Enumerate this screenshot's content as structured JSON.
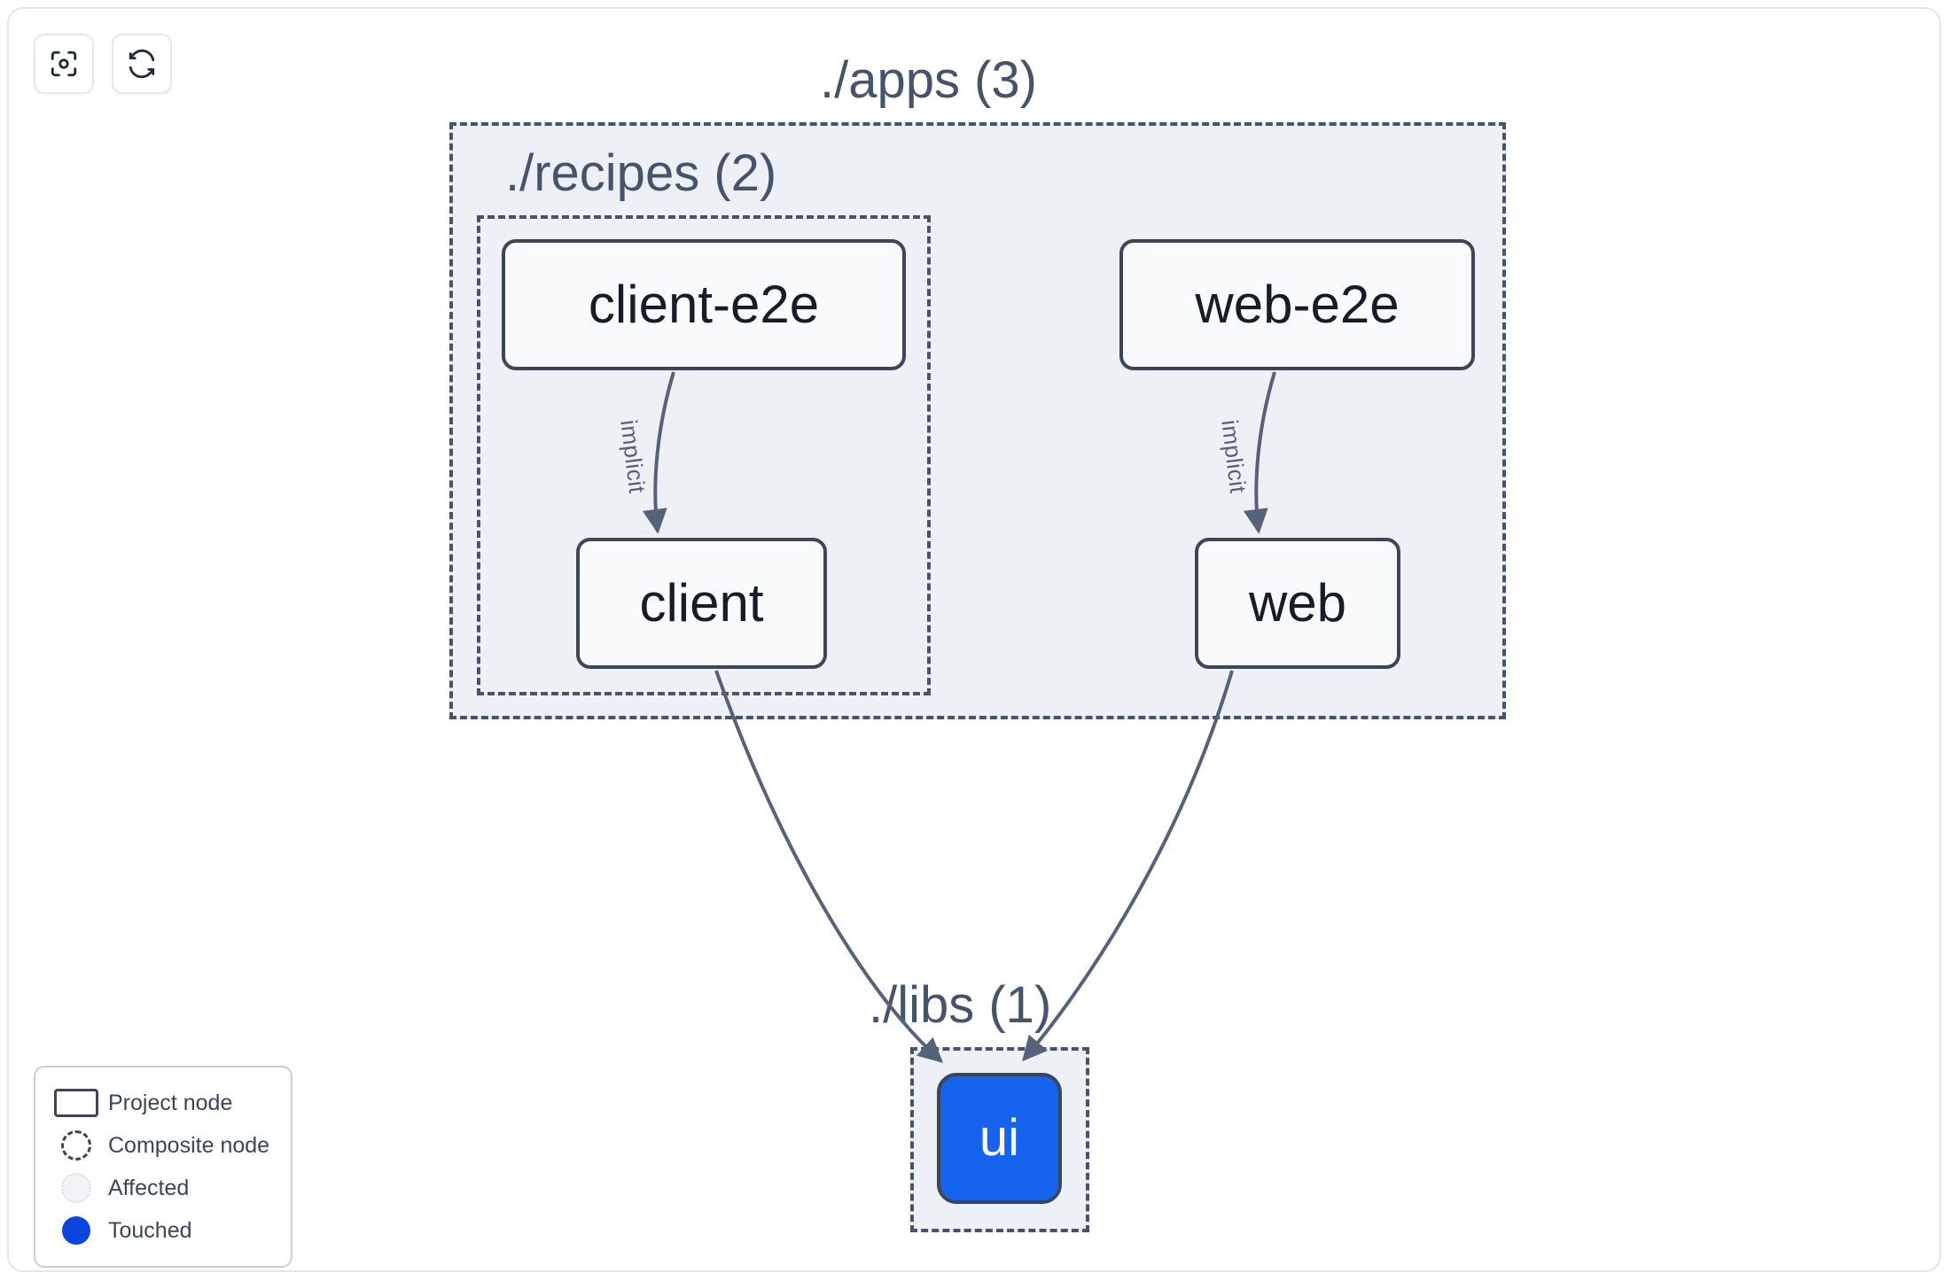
{
  "toolbar": {
    "buttons": [
      {
        "name": "focus-graph-button",
        "icon": "focus-target-icon",
        "title": "Focus graph"
      },
      {
        "name": "refresh-graph-button",
        "icon": "refresh-icon",
        "title": "Refresh graph"
      }
    ]
  },
  "graph": {
    "groups": [
      {
        "id": "apps",
        "label": "./apps (3)",
        "count": 3
      },
      {
        "id": "recipes",
        "label": "./recipes (2)",
        "count": 2
      },
      {
        "id": "libs",
        "label": "./libs (1)",
        "count": 1
      }
    ],
    "nodes": [
      {
        "id": "client-e2e",
        "label": "client-e2e",
        "group": "recipes",
        "state": "normal"
      },
      {
        "id": "web-e2e",
        "label": "web-e2e",
        "group": "apps",
        "state": "normal"
      },
      {
        "id": "client",
        "label": "client",
        "group": "recipes",
        "state": "normal"
      },
      {
        "id": "web",
        "label": "web",
        "group": "apps",
        "state": "normal"
      },
      {
        "id": "ui",
        "label": "ui",
        "group": "libs",
        "state": "touched"
      }
    ],
    "edges": [
      {
        "from": "client-e2e",
        "to": "client",
        "label": "implicit"
      },
      {
        "from": "web-e2e",
        "to": "web",
        "label": "implicit"
      },
      {
        "from": "client",
        "to": "ui",
        "label": ""
      },
      {
        "from": "web",
        "to": "ui",
        "label": ""
      }
    ]
  },
  "legend": {
    "items": [
      {
        "swatch": "project-node-swatch",
        "label": "Project node"
      },
      {
        "swatch": "composite-node-swatch",
        "label": "Composite node"
      },
      {
        "swatch": "affected-swatch",
        "label": "Affected"
      },
      {
        "swatch": "touched-swatch",
        "label": "Touched"
      }
    ]
  },
  "colors": {
    "group_border": "#44546c",
    "group_fill": "#edf0f5",
    "node_border": "#3b4759",
    "node_fill": "#f9fafc",
    "node_text": "#161d28",
    "touched_fill": "#1663ee",
    "legend_touched": "#0b44e0",
    "edge_stroke": "#55637a",
    "page_background": "#ffffff"
  }
}
